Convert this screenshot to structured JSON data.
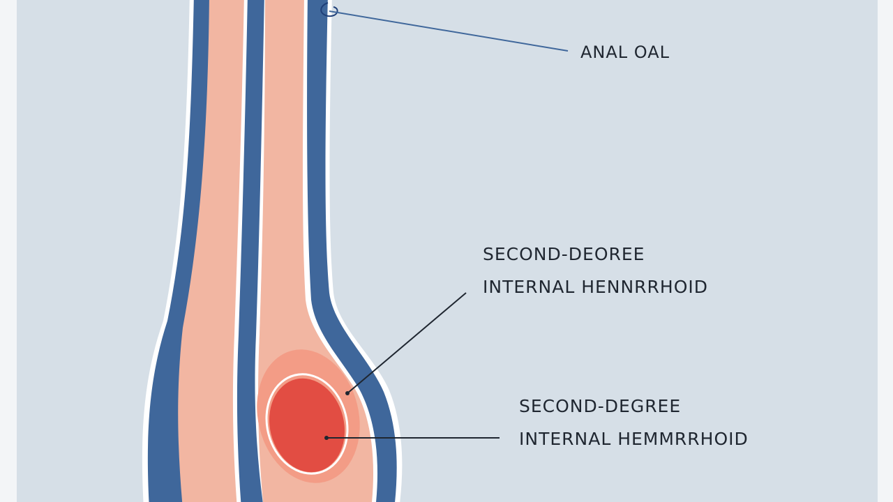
{
  "labels": {
    "anal_canal": "ANAL OAL",
    "upper_callout_line1": "SECOND-DEOREE",
    "upper_callout_line2": "INTERNAL HENNRRHOID",
    "lower_callout_line1": "SECOND-DEGREE",
    "lower_callout_line2": "INTERNAL HEMMRRHOID"
  },
  "colors": {
    "frame_border": "#e7eaee",
    "background": "#d6dfe7",
    "wall_outer": "#ffffff",
    "wall_blue": "#3f679b",
    "mucosa_pink": "#f2b6a2",
    "hemorrhoid_outer": "#f3a08b",
    "hemorrhoid_inner": "#e24d43",
    "leader_line_top": "#3f679b",
    "leader_line": "#1f2630",
    "text": "#1f2630"
  },
  "icons": {
    "curl_marker": "swirl-icon"
  }
}
